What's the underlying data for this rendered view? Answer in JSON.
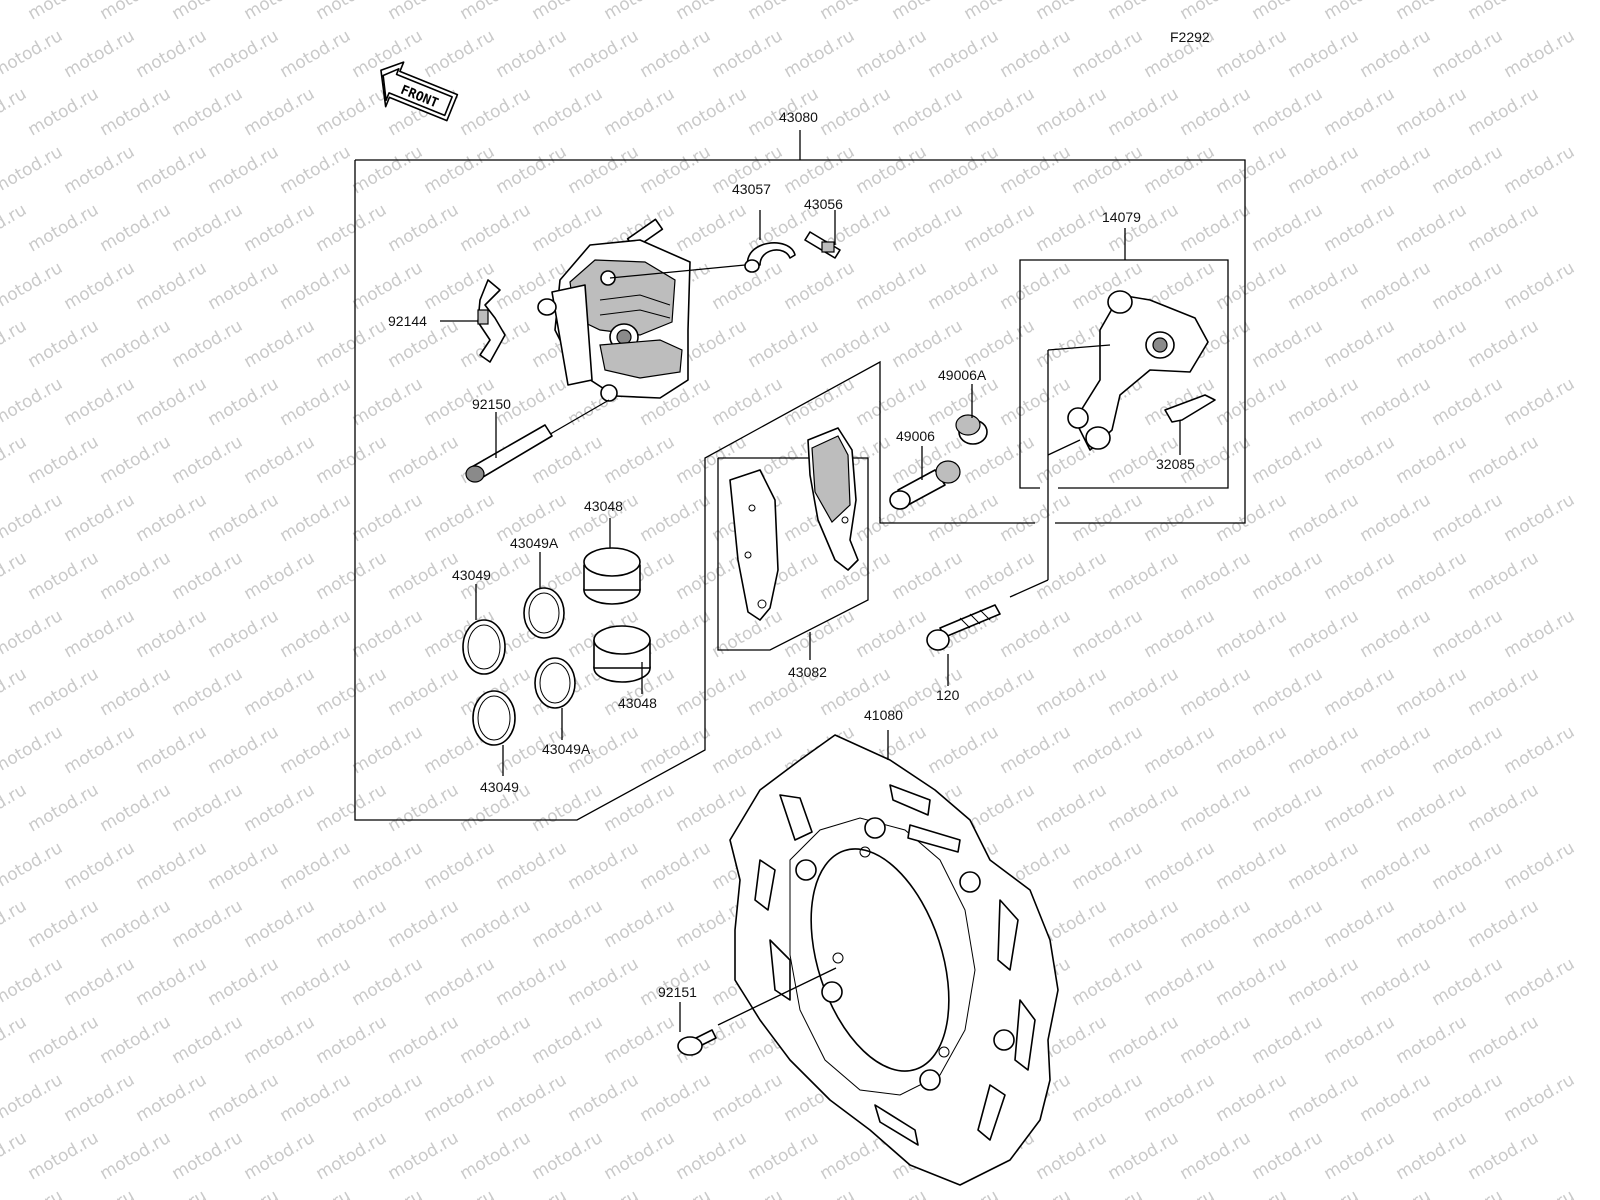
{
  "figure_code": "F2292",
  "watermark_text": "motod.ru",
  "front_arrow_text": "FRONT",
  "labels": {
    "p43080": "43080",
    "p43057": "43057",
    "p43056": "43056",
    "p14079": "14079",
    "p92144": "92144",
    "p49006A": "49006A",
    "p92150": "92150",
    "p49006": "49006",
    "p32085": "32085",
    "p43048_top": "43048",
    "p43049A_top": "43049A",
    "p43049_top": "43049",
    "p43048_bottom": "43048",
    "p43082": "43082",
    "p120": "120",
    "p43049A_bottom": "43049A",
    "p41080": "41080",
    "p43049_bottom": "43049",
    "p92151": "92151"
  }
}
